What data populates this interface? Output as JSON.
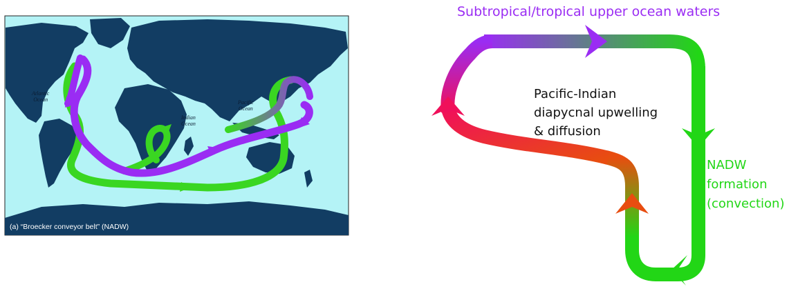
{
  "map": {
    "caption": "(a) “Broecker conveyor belt” (NADW)",
    "ocean_labels": [
      {
        "id": "atlantic",
        "lines": [
          "Atlantic",
          "Ocean"
        ]
      },
      {
        "id": "indian",
        "lines": [
          "Indian",
          "Ocean"
        ]
      },
      {
        "id": "pacific",
        "lines": [
          "Pacific",
          "Ocean"
        ]
      }
    ],
    "colors": {
      "ocean": "#b4f3f6",
      "land": "#123d63",
      "surface_flow": "#9a2cf3",
      "deep_flow": "#3ad622"
    }
  },
  "schematic": {
    "top_label": "Subtropical/tropical upper ocean waters",
    "middle_label": [
      "Pacific-Indian",
      "diapycnal upwelling",
      "& diffusion"
    ],
    "right_label": [
      "NADW",
      "formation",
      "(convection)"
    ],
    "colors": {
      "purple": "#9a2cf3",
      "green": "#22d616",
      "red": "#f0105a",
      "orange": "#e84d10"
    }
  }
}
